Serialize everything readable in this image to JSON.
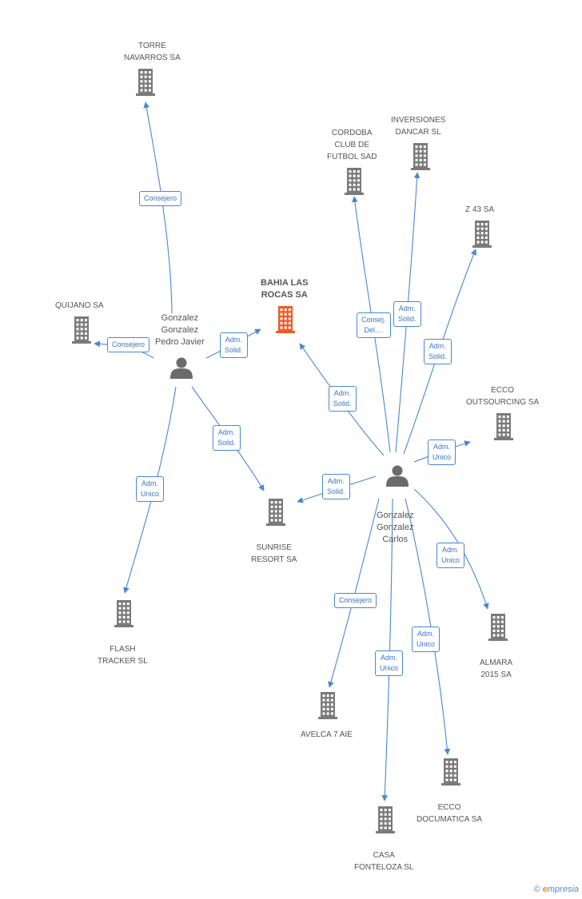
{
  "colors": {
    "edge": "#4a86d6",
    "company": "#7a7a7a",
    "focus": "#f05a28",
    "person": "#6b6b6b"
  },
  "nodes": [
    {
      "id": "torre",
      "kind": "company",
      "icon": "building-icon",
      "lines": [
        "TORRE",
        "NAVARROS SA"
      ]
    },
    {
      "id": "bahia",
      "kind": "focus",
      "icon": "building-icon",
      "lines": [
        "BAHIA LAS",
        "ROCAS SA"
      ]
    },
    {
      "id": "quijano",
      "kind": "company",
      "icon": "building-icon",
      "lines": [
        "QUIJANO SA"
      ]
    },
    {
      "id": "cordoba",
      "kind": "company",
      "icon": "building-icon",
      "lines": [
        "CORDOBA",
        "CLUB DE",
        "FUTBOL SAD"
      ]
    },
    {
      "id": "dancar",
      "kind": "company",
      "icon": "building-icon",
      "lines": [
        "INVERSIONES",
        "DANCAR  SL"
      ]
    },
    {
      "id": "z43",
      "kind": "company",
      "icon": "building-icon",
      "lines": [
        "Z 43 SA"
      ]
    },
    {
      "id": "ecco_out",
      "kind": "company",
      "icon": "building-icon",
      "lines": [
        "ECCO",
        "OUTSOURCING SA"
      ]
    },
    {
      "id": "sunrise",
      "kind": "company",
      "icon": "building-icon",
      "lines": [
        "SUNRISE",
        "RESORT SA"
      ]
    },
    {
      "id": "flash",
      "kind": "company",
      "icon": "building-icon",
      "lines": [
        "FLASH",
        "TRACKER  SL"
      ]
    },
    {
      "id": "almara",
      "kind": "company",
      "icon": "building-icon",
      "lines": [
        "ALMARA",
        "2015 SA"
      ]
    },
    {
      "id": "avelca",
      "kind": "company",
      "icon": "building-icon",
      "lines": [
        "AVELCA 7 AIE"
      ]
    },
    {
      "id": "ecco_doc",
      "kind": "company",
      "icon": "building-icon",
      "lines": [
        "ECCO",
        "DOCUMATICA SA"
      ]
    },
    {
      "id": "casa",
      "kind": "company",
      "icon": "building-icon",
      "lines": [
        "CASA",
        "FONTELOZA SL"
      ]
    },
    {
      "id": "pedro",
      "kind": "person",
      "icon": "person-icon",
      "lines": [
        "Gonzalez",
        "Gonzalez",
        "Pedro Javier"
      ]
    },
    {
      "id": "carlos",
      "kind": "person",
      "icon": "person-icon",
      "lines": [
        "Gonzalez",
        "Gonzalez",
        "Carlos"
      ]
    }
  ],
  "edges": [
    {
      "from": "pedro",
      "to": "torre",
      "lines": [
        "Consejero"
      ]
    },
    {
      "from": "pedro",
      "to": "quijano",
      "lines": [
        "Consejero"
      ]
    },
    {
      "from": "pedro",
      "to": "bahia",
      "lines": [
        "Adm.",
        "Solid."
      ]
    },
    {
      "from": "pedro",
      "to": "sunrise",
      "lines": [
        "Adm.",
        "Solid."
      ]
    },
    {
      "from": "pedro",
      "to": "flash",
      "lines": [
        "Adm.",
        "Unico"
      ]
    },
    {
      "from": "carlos",
      "to": "bahia",
      "lines": [
        "Adm.",
        "Solid."
      ]
    },
    {
      "from": "carlos",
      "to": "cordoba",
      "lines": [
        "Consej.",
        "Del...."
      ]
    },
    {
      "from": "carlos",
      "to": "dancar",
      "lines": [
        "Adm.",
        "Solid."
      ]
    },
    {
      "from": "carlos",
      "to": "z43",
      "lines": [
        "Adm.",
        "Solid."
      ]
    },
    {
      "from": "carlos",
      "to": "ecco_out",
      "lines": [
        "Adm.",
        "Unico"
      ]
    },
    {
      "from": "carlos",
      "to": "sunrise",
      "lines": [
        "Adm.",
        "Solid."
      ]
    },
    {
      "from": "carlos",
      "to": "almara",
      "lines": [
        "Adm.",
        "Unico"
      ]
    },
    {
      "from": "carlos",
      "to": "avelca",
      "lines": [
        "Consejero"
      ]
    },
    {
      "from": "carlos",
      "to": "ecco_doc",
      "lines": [
        "Adm.",
        "Unico"
      ]
    },
    {
      "from": "carlos",
      "to": "casa",
      "lines": [
        "Adm.",
        "Unico"
      ]
    }
  ],
  "footer": {
    "copyright": "©",
    "brand_initial": "e",
    "brand_rest": "mpresia"
  }
}
